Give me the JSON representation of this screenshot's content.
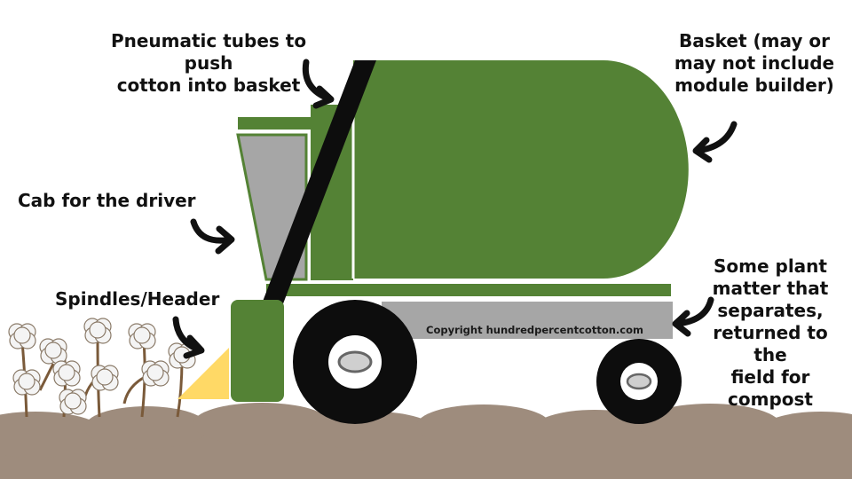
{
  "labels": {
    "pneumatic": [
      "Pneumatic tubes to push",
      "cotton into basket"
    ],
    "basket": [
      "Basket (may or",
      "may not include",
      "module builder)"
    ],
    "cab": [
      "Cab for the driver"
    ],
    "spindles": [
      "Spindles/Header"
    ],
    "plant_matter": [
      "Some plant",
      "matter that",
      "separates,",
      "returned to the",
      "field for",
      "compost"
    ]
  },
  "copyright": "Copyright hundredpercentcotton.com",
  "colors": {
    "green": "#548235",
    "gray": "#a6a6a6",
    "black": "#0d0d0d",
    "yellow": "#ffd966",
    "soil": "#9e8c7d",
    "hub": "#cfcfcf"
  },
  "icons": [
    "curved-arrow-icon",
    "cotton-boll-icon",
    "wheel-icon"
  ]
}
